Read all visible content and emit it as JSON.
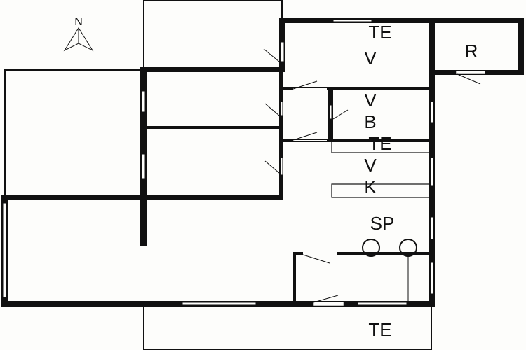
{
  "compass": {
    "label": "N"
  },
  "rooms": {
    "terrace_top": "TE",
    "storage_top": "V",
    "storage_r": "R",
    "bath_v": "V",
    "bath_b": "B",
    "te_mid": "TE",
    "v_mid": "V",
    "kitchen": "K",
    "dining": "SP",
    "terrace_bottom": "TE"
  },
  "colors": {
    "wall": "#111111",
    "background": "#fdfdfb"
  }
}
